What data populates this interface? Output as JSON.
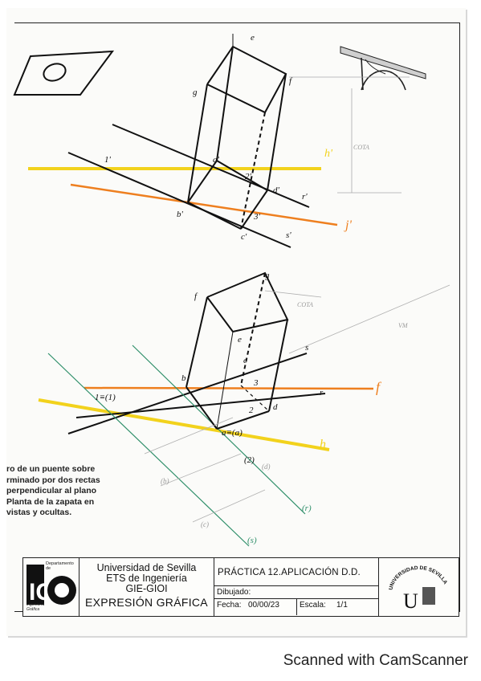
{
  "instructions_text": "ro de un puente sobre\nrminado por dos rectas\n perpendicular al plano\nPlanta de la zapata en\n vistas y ocultas.",
  "title_block": {
    "department_label": "Departamento\nde",
    "department_sub": "Ingeniería\nGráfica",
    "logo_text": "IG",
    "university": "Universidad de Sevilla",
    "school": "ETS de Ingeniería",
    "degree": "GIE-GIOI",
    "subject": "EXPRESIÓN GRÁFICA",
    "practice_title": "PRÁCTICA 12.APLICACIÓN D.D.",
    "drawn_label": "Dibujado:",
    "date_label": "Fecha:",
    "date_value": "00/00/23",
    "scale_label": "Escala:",
    "scale_value": "1/1",
    "seal_text": "UNIVERSIDAD DE SEVILLA",
    "seal_logo": "U"
  },
  "labels": {
    "e_top": "e",
    "g_upper": "g",
    "f_upper": "f",
    "one_prime": "1'",
    "two_prime": "2'",
    "three_prime": "3'",
    "a_prime": "a'",
    "b_prime": "b'",
    "c_prime": "c'",
    "d_prime": "d'",
    "r_prime": "r'",
    "s_prime": "s'",
    "h_prime": "h'",
    "j_prime": "j'",
    "cota_upper": "COTA",
    "g_lower": "g",
    "f_lower": "f",
    "e_lower": "e",
    "c_lower": "c",
    "b_lower": "b",
    "d_lower": "d",
    "two_lower": "2",
    "three_lower": "3",
    "a_eq": "a≡(a)",
    "one_eq": "1≡(1)",
    "s_lower": "s",
    "r_lower": "r",
    "f_orange": "f",
    "h_yellow": "h",
    "cota_lower": "COTA",
    "vm": "VM",
    "paren_2": "(2)",
    "paren_d": "(d)",
    "paren_b": "(b)",
    "paren_c": "(c)",
    "paren_r": "(r)",
    "paren_s": "(s)"
  },
  "footer": {
    "scanner": "Scanned with CamScanner"
  },
  "colors": {
    "yellow": "#f2d21c",
    "orange": "#ee7f1f",
    "green": "#2f8f6a",
    "ink": "#111111",
    "grey": "#9a9a9a"
  }
}
